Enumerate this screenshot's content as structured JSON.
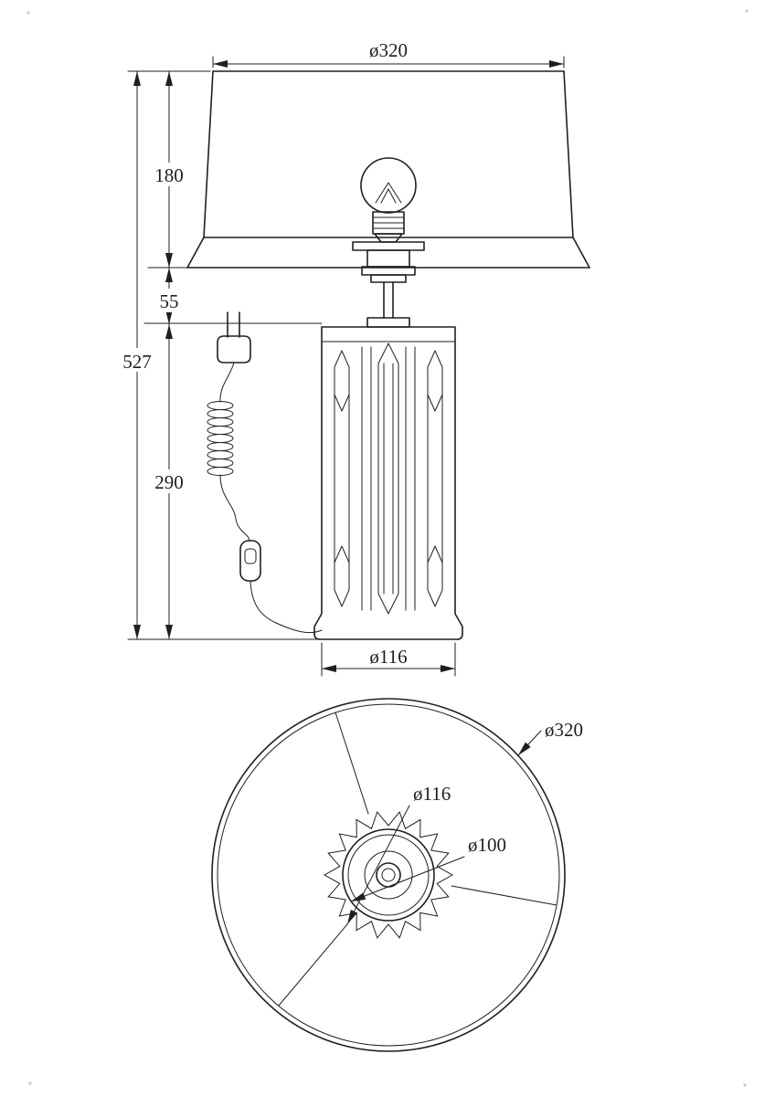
{
  "colors": {
    "line": "#1f1f1f",
    "background": "#ffffff"
  },
  "front": {
    "shade_diameter": "ø320",
    "shade_height": "180",
    "neck_height": "55",
    "total_height": "527",
    "body_height": "290",
    "body_diameter": "ø116"
  },
  "top": {
    "shade_diameter": "ø320",
    "body_diameter": "ø116",
    "inner_diameter": "ø100"
  }
}
